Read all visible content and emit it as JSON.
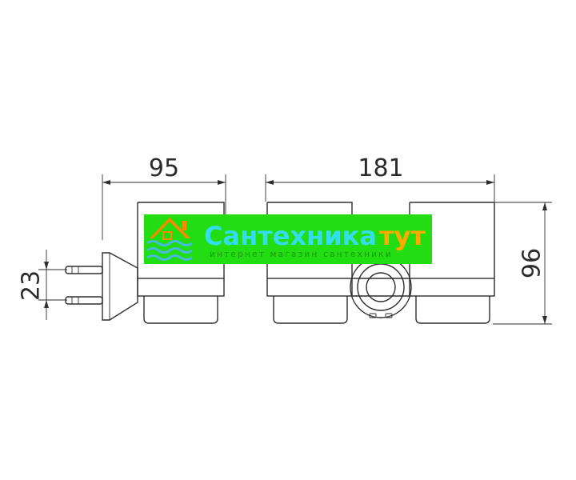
{
  "dimensions": {
    "width_single": "95",
    "width_double": "181",
    "height": "96",
    "pin_spacing": "23"
  },
  "watermark": {
    "title_part1": "Сантехника",
    "title_part2": "тут",
    "subtitle": "интернет магазин сантехники",
    "background_color": "#22dd11",
    "title1_color": "#33ddee",
    "title2_color": "#ffaa00",
    "logo_colors": {
      "roof": "#ff8800",
      "waves": "#44bbdd"
    }
  },
  "colors": {
    "line": "#2e2e2e",
    "text": "#2b2b2b"
  }
}
